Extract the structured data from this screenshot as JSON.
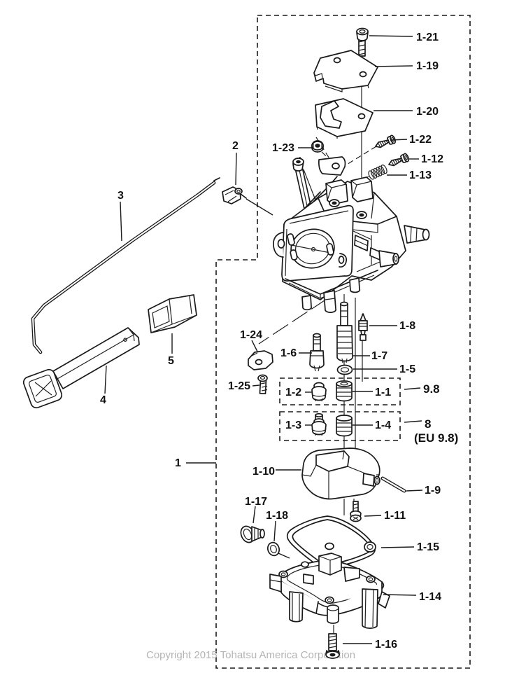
{
  "document": {
    "copyright": "Copyright 2015 Tohatsu America Corporation"
  },
  "colors": {
    "background": "#ffffff",
    "line": "#1a1a1a",
    "copyright_text": "#b4b4b4"
  },
  "labels": {
    "n1": "1",
    "n2": "2",
    "n3": "3",
    "n4": "4",
    "n5": "5",
    "n1_1": "1-1",
    "n1_2": "1-2",
    "n1_3": "1-3",
    "n1_4": "1-4",
    "n1_5": "1-5",
    "n1_6": "1-6",
    "n1_7": "1-7",
    "n1_8": "1-8",
    "n1_9": "1-9",
    "n1_10": "1-10",
    "n1_11": "1-11",
    "n1_12": "1-12",
    "n1_13": "1-13",
    "n1_14": "1-14",
    "n1_15": "1-15",
    "n1_16": "1-16",
    "n1_17": "1-17",
    "n1_18": "1-18",
    "n1_19": "1-19",
    "n1_20": "1-20",
    "n1_21": "1-21",
    "n1_22": "1-22",
    "n1_23": "1-23",
    "n1_24": "1-24",
    "n1_25": "1-25",
    "g_98": "9.8",
    "g_8": "8",
    "g_eu98": "(EU 9.8)"
  }
}
